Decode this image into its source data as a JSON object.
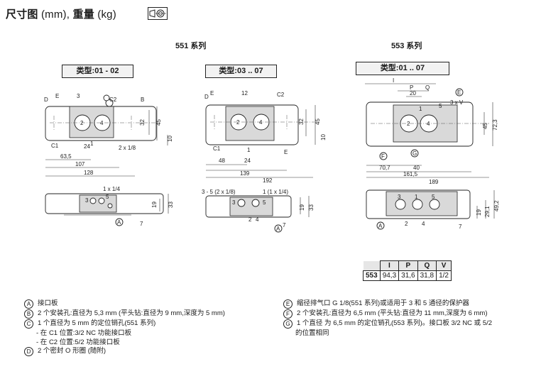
{
  "header": {
    "title_bold": "尺寸图",
    "title_light": " (mm), ",
    "title_bold2": "重量",
    "title_light2": " (kg)"
  },
  "series": {
    "s551": "551 系列",
    "s553": "553 系列"
  },
  "type_labels": {
    "t1": "类型:01 - 02",
    "t2": "类型:03 .. 07",
    "t3": "类型:01 .. 07"
  },
  "drawing1": {
    "top_labels": [
      "3",
      "C2"
    ],
    "circle_labels": [
      "D",
      "E",
      "B",
      "C1"
    ],
    "port_numbers": [
      "2",
      "4",
      "1"
    ],
    "dims": [
      "32",
      "45",
      "63,5",
      "24",
      "107",
      "128",
      "10",
      "2 x 1/8"
    ],
    "side_dims": [
      "1 x 1/4",
      "19",
      "33",
      "7"
    ],
    "side_ports": [
      "3",
      "5"
    ],
    "side_circle": "A"
  },
  "drawing2": {
    "top_labels": [
      "12",
      "C2"
    ],
    "circle_labels": [
      "D",
      "E",
      "C1",
      "E"
    ],
    "port_numbers": [
      "2",
      "4",
      "1"
    ],
    "dims": [
      "32",
      "45",
      "48",
      "24",
      "139",
      "192",
      "10"
    ],
    "side_dims": [
      "3 - 5 (2 x 1/8)",
      "1 (1 x 1/4)",
      "19",
      "33",
      "7"
    ],
    "side_ports": [
      "3",
      "5",
      "2",
      "4"
    ],
    "side_circle": "A"
  },
  "drawing3": {
    "top_labels": [
      "I",
      "P",
      "20",
      "Q",
      "3 x V"
    ],
    "circle_labels": [
      "E",
      "F",
      "G"
    ],
    "port_numbers": [
      "2",
      "4",
      "1",
      "5"
    ],
    "dims": [
      "45",
      "72,3",
      "70,7",
      "40",
      "161,5",
      "189"
    ],
    "side_dims": [
      "19",
      "29,1",
      "49,2",
      "7"
    ],
    "side_ports": [
      "3",
      "1",
      "5",
      "2",
      "4"
    ],
    "side_circle": "A"
  },
  "dim_table": {
    "headers": [
      "I",
      "P",
      "Q",
      "V"
    ],
    "row_label": "553",
    "values": [
      "94,3",
      "31,6",
      "31,8",
      "1/2"
    ]
  },
  "legend_left": [
    {
      "mark": "A",
      "text": "接口板"
    },
    {
      "mark": "B",
      "text": "2 个安装孔:直径为 5,3 mm (平头钻:直径为 9 mm,深度为 5 mm)"
    },
    {
      "mark": "C",
      "text": "1 个直径为 5 mm 的定位销孔(551 系列)"
    },
    {
      "mark": "",
      "text": "- 在 C1 位置:3/2 NC 功能接口板"
    },
    {
      "mark": "",
      "text": "- 在 C2 位置:5/2 功能接口板"
    },
    {
      "mark": "D",
      "text": "2 个密封 O 形圈 (随附)"
    }
  ],
  "legend_right": [
    {
      "mark": "E",
      "text": "缩径排气口 G 1/8(551 系列)或适用于 3 和 5 通径的保护器"
    },
    {
      "mark": "F",
      "text": "2 个安装孔:直径为 6,5 mm (平头钻:直径为 11 mm,深度为 6 mm)"
    },
    {
      "mark": "G",
      "text": "1 个直径 为 6,5 mm 的定位销孔(553 系列)。接口板 3/2 NC 或 5/2"
    },
    {
      "mark": "",
      "text": "的位置相同"
    }
  ]
}
